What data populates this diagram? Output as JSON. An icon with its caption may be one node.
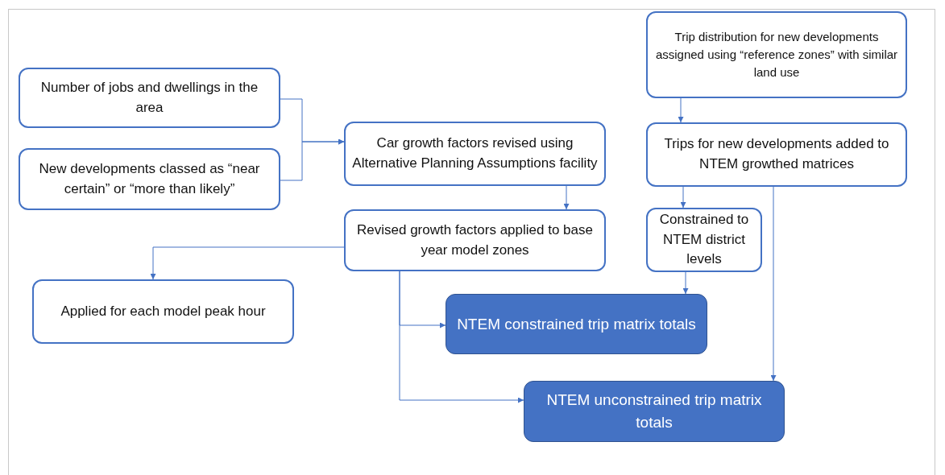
{
  "diagram": {
    "nodes": [
      {
        "text": [
          "Number of jobs and dwellings in the area"
        ]
      },
      {
        "text": [
          "New developments classed as “near certain” or “more than likely”"
        ]
      },
      {
        "text": [
          "Car growth factors revised using Alternative Planning Assumptions facility"
        ]
      },
      {
        "text": [
          "Revised growth factors applied to base year model zones"
        ]
      },
      {
        "text": [
          "Trip distribution for new developments assigned using “reference zones” with similar land use"
        ]
      },
      {
        "text": [
          "Trips for new developments added to NTEM growthed matrices"
        ]
      },
      {
        "text": [
          "Constrained to NTEM district levels"
        ]
      },
      {
        "text": [
          "Applied for each model peak hour"
        ]
      },
      {
        "text": [
          "NTEM constrained trip matrix totals"
        ]
      },
      {
        "text": [
          "NTEM unconstrained trip matrix totals"
        ]
      }
    ],
    "edges": [
      {
        "from": 0,
        "to": 2,
        "arrow": "to"
      },
      {
        "from": 1,
        "to": 2,
        "arrow": "to"
      },
      {
        "from": 2,
        "to": 3,
        "arrow": "to"
      },
      {
        "from": 3,
        "to": 7,
        "arrow": "to"
      },
      {
        "from": 3,
        "to": 8,
        "arrow": "to"
      },
      {
        "from": 3,
        "to": 9,
        "arrow": "to"
      },
      {
        "from": 4,
        "to": 5,
        "arrow": "to"
      },
      {
        "from": 5,
        "to": 6,
        "arrow": "to"
      },
      {
        "from": 6,
        "to": 8,
        "arrow": "to"
      },
      {
        "from": 5,
        "to": 9,
        "arrow": "to"
      }
    ]
  }
}
